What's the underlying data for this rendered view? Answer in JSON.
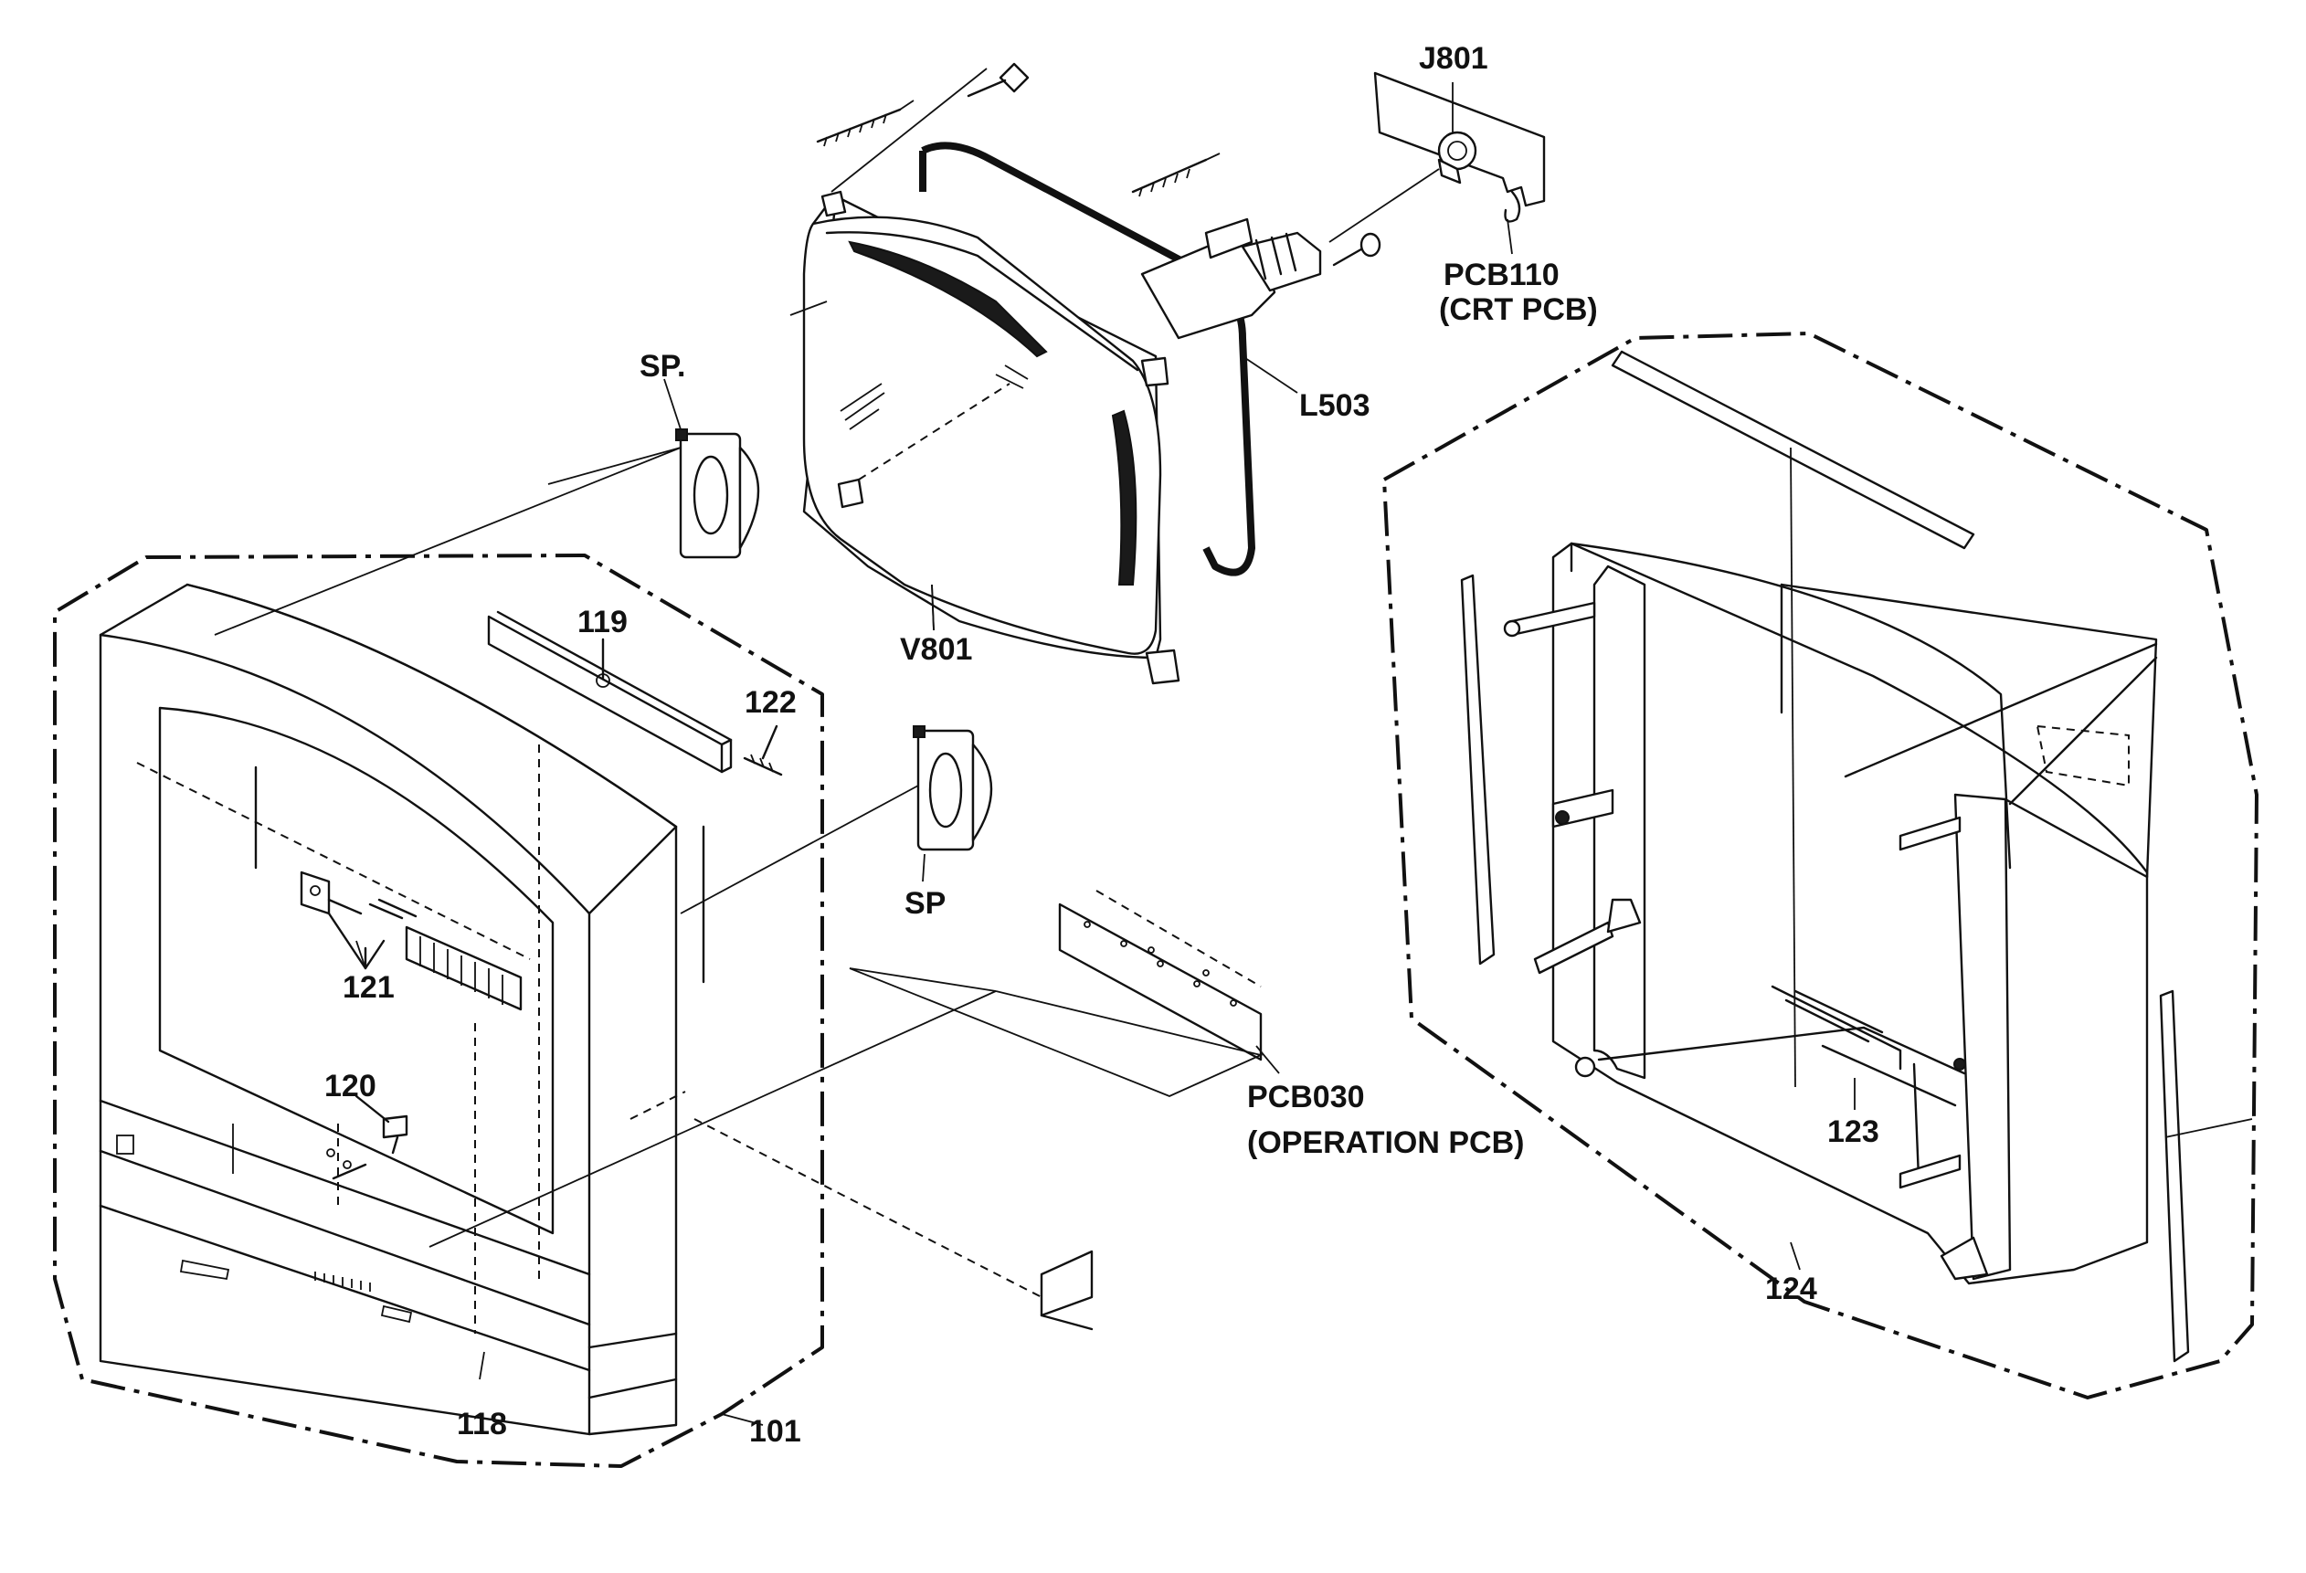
{
  "labels": {
    "j801": "J801",
    "pcb110": "PCB110",
    "pcb110_desc": "(CRT PCB)",
    "l503": "L503",
    "sp_top": "SP.",
    "sp_mid": "SP",
    "v801": "V801",
    "p119": "119",
    "p122": "122",
    "p121": "121",
    "p120": "120",
    "pcb030": "PCB030",
    "pcb030_desc": "(OPERATION PCB)",
    "p123": "123",
    "p124": "124",
    "p118": "118",
    "p101": "101"
  }
}
